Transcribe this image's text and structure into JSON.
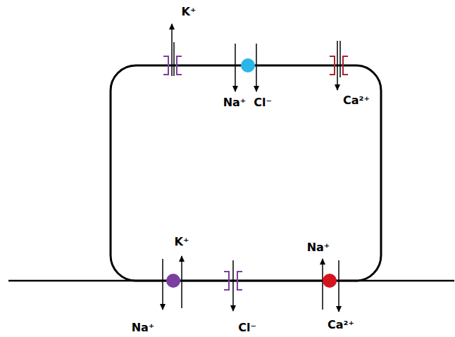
{
  "diagram": {
    "labels": [
      "K⁺",
      "Na⁺",
      "Cl⁻",
      "Ca²⁺",
      "K⁺",
      "Na⁺",
      "Na⁺",
      "Cl⁻",
      "Ca²⁺"
    ]
  }
}
